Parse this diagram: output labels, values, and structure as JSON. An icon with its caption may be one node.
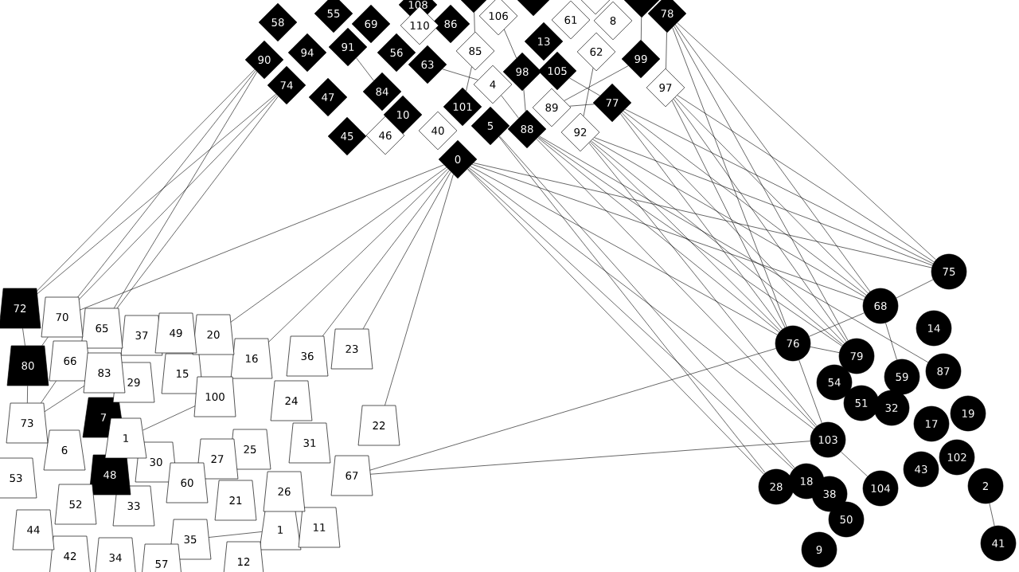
{
  "diagram": {
    "nodes": [
      {
        "text": [
          "0"
        ]
      },
      {
        "text": [
          "1"
        ]
      },
      {
        "text": [
          "2"
        ]
      },
      {
        "text": [
          "4"
        ]
      },
      {
        "text": [
          "5"
        ]
      },
      {
        "text": [
          "6"
        ]
      },
      {
        "text": [
          "7"
        ]
      },
      {
        "text": [
          "8"
        ]
      },
      {
        "text": [
          "9"
        ]
      },
      {
        "text": [
          "10"
        ]
      },
      {
        "text": [
          "11"
        ]
      },
      {
        "text": [
          "12"
        ]
      },
      {
        "text": [
          "13"
        ]
      },
      {
        "text": [
          "14"
        ]
      },
      {
        "text": [
          "15"
        ]
      },
      {
        "text": [
          "16"
        ]
      },
      {
        "text": [
          "17"
        ]
      },
      {
        "text": [
          "18"
        ]
      },
      {
        "text": [
          "19"
        ]
      },
      {
        "text": [
          "20"
        ]
      },
      {
        "text": [
          "21"
        ]
      },
      {
        "text": [
          "22"
        ]
      },
      {
        "text": [
          "23"
        ]
      },
      {
        "text": [
          "24"
        ]
      },
      {
        "text": [
          "25"
        ]
      },
      {
        "text": [
          "26"
        ]
      },
      {
        "text": [
          "27"
        ]
      },
      {
        "text": [
          "28"
        ]
      },
      {
        "text": [
          "29"
        ]
      },
      {
        "text": [
          "30"
        ]
      },
      {
        "text": [
          "31"
        ]
      },
      {
        "text": [
          "32"
        ]
      },
      {
        "text": [
          "33"
        ]
      },
      {
        "text": [
          "34"
        ]
      },
      {
        "text": [
          "35"
        ]
      },
      {
        "text": [
          "36"
        ]
      },
      {
        "text": [
          "37"
        ]
      },
      {
        "text": [
          "38"
        ]
      },
      {
        "text": [
          "40"
        ]
      },
      {
        "text": [
          "41"
        ]
      },
      {
        "text": [
          "42"
        ]
      },
      {
        "text": [
          "43"
        ]
      },
      {
        "text": [
          "44"
        ]
      },
      {
        "text": [
          "45"
        ]
      },
      {
        "text": [
          "46"
        ]
      },
      {
        "text": [
          "47"
        ]
      },
      {
        "text": [
          "48"
        ]
      },
      {
        "text": [
          "49"
        ]
      },
      {
        "text": [
          "50"
        ]
      },
      {
        "text": [
          "51"
        ]
      },
      {
        "text": [
          "52"
        ]
      },
      {
        "text": [
          "53"
        ]
      },
      {
        "text": [
          "54"
        ]
      },
      {
        "text": [
          "55"
        ]
      },
      {
        "text": [
          "56"
        ]
      },
      {
        "text": [
          "57"
        ]
      },
      {
        "text": [
          "58"
        ]
      },
      {
        "text": [
          "59"
        ]
      },
      {
        "text": [
          "60"
        ]
      },
      {
        "text": [
          "61"
        ]
      },
      {
        "text": [
          "62"
        ]
      },
      {
        "text": [
          "63"
        ]
      },
      {
        "text": [
          "65"
        ]
      },
      {
        "text": [
          "66"
        ]
      },
      {
        "text": [
          "67"
        ]
      },
      {
        "text": [
          "68"
        ]
      },
      {
        "text": [
          "69"
        ]
      },
      {
        "text": [
          "70"
        ]
      },
      {
        "text": [
          "72"
        ]
      },
      {
        "text": [
          "73"
        ]
      },
      {
        "text": [
          "74"
        ]
      },
      {
        "text": [
          "75"
        ]
      },
      {
        "text": [
          "76"
        ]
      },
      {
        "text": [
          "77"
        ]
      },
      {
        "text": [
          "78"
        ]
      },
      {
        "text": [
          "79"
        ]
      },
      {
        "text": [
          "80"
        ]
      },
      {
        "text": [
          "83"
        ]
      },
      {
        "text": [
          "84"
        ]
      },
      {
        "text": [
          "85"
        ]
      },
      {
        "text": [
          "86"
        ]
      },
      {
        "text": [
          "87"
        ]
      },
      {
        "text": [
          "88"
        ]
      },
      {
        "text": [
          "89"
        ]
      },
      {
        "text": [
          "90"
        ]
      },
      {
        "text": [
          "91"
        ]
      },
      {
        "text": [
          "92"
        ]
      },
      {
        "text": [
          "94"
        ]
      },
      {
        "text": [
          "97"
        ]
      },
      {
        "text": [
          "98"
        ]
      },
      {
        "text": [
          "99"
        ]
      },
      {
        "text": [
          "100"
        ]
      },
      {
        "text": [
          "101"
        ]
      },
      {
        "text": [
          "102"
        ]
      },
      {
        "text": [
          "103"
        ]
      },
      {
        "text": [
          "104"
        ]
      },
      {
        "text": [
          "105"
        ]
      },
      {
        "text": [
          "106"
        ]
      },
      {
        "text": [
          "108"
        ]
      },
      {
        "text": [
          "110"
        ]
      },
      {
        "text": [
          "1"
        ]
      },
      {
        "text": [],
        "shape": "diamond"
      },
      {
        "text": [],
        "shape": "diamond"
      },
      {
        "text": [],
        "shape": "diamond"
      },
      {
        "text": [],
        "shape": "diamond"
      }
    ],
    "edges": [
      {
        "from": 0,
        "to": 15,
        "arrow": "none"
      },
      {
        "from": 0,
        "to": 17,
        "arrow": "none"
      },
      {
        "from": 0,
        "to": 19,
        "arrow": "none"
      },
      {
        "from": 0,
        "to": 21,
        "arrow": "none"
      },
      {
        "from": 0,
        "to": 22,
        "arrow": "none"
      },
      {
        "from": 0,
        "to": 27,
        "arrow": "none"
      },
      {
        "from": 0,
        "to": 35,
        "arrow": "none"
      },
      {
        "from": 0,
        "to": 65,
        "arrow": "none"
      },
      {
        "from": 0,
        "to": 67,
        "arrow": "none"
      },
      {
        "from": 0,
        "to": 71,
        "arrow": "none"
      },
      {
        "from": 0,
        "to": 72,
        "arrow": "none"
      },
      {
        "from": 0,
        "to": 94,
        "arrow": "none"
      },
      {
        "from": 1,
        "to": 34,
        "arrow": "none"
      },
      {
        "from": 2,
        "to": 39,
        "arrow": "none"
      },
      {
        "from": 3,
        "to": 61,
        "arrow": "none"
      },
      {
        "from": 3,
        "to": 82,
        "arrow": "none"
      },
      {
        "from": 4,
        "to": 17,
        "arrow": "none"
      },
      {
        "from": 4,
        "to": 27,
        "arrow": "none"
      },
      {
        "from": 57,
        "to": 65,
        "arrow": "none"
      },
      {
        "from": 60,
        "to": 86,
        "arrow": "none"
      },
      {
        "from": 62,
        "to": 70,
        "arrow": "none"
      },
      {
        "from": 62,
        "to": 84,
        "arrow": "none"
      },
      {
        "from": 63,
        "to": 69,
        "arrow": "none"
      },
      {
        "from": 64,
        "to": 72,
        "arrow": "none"
      },
      {
        "from": 64,
        "to": 94,
        "arrow": "none"
      },
      {
        "from": 65,
        "to": 71,
        "arrow": "none"
      },
      {
        "from": 65,
        "to": 72,
        "arrow": "none"
      },
      {
        "from": 65,
        "to": 73,
        "arrow": "none"
      },
      {
        "from": 65,
        "to": 74,
        "arrow": "none"
      },
      {
        "from": 65,
        "to": 86,
        "arrow": "none"
      },
      {
        "from": 65,
        "to": 88,
        "arrow": "none"
      },
      {
        "from": 67,
        "to": 70,
        "arrow": "none"
      },
      {
        "from": 67,
        "to": 76,
        "arrow": "none"
      },
      {
        "from": 67,
        "to": 84,
        "arrow": "none"
      },
      {
        "from": 68,
        "to": 70,
        "arrow": "none"
      },
      {
        "from": 68,
        "to": 76,
        "arrow": "none"
      },
      {
        "from": 68,
        "to": 84,
        "arrow": "none"
      },
      {
        "from": 69,
        "to": 76,
        "arrow": "none"
      },
      {
        "from": 69,
        "to": 77,
        "arrow": "none"
      },
      {
        "from": 71,
        "to": 73,
        "arrow": "none"
      },
      {
        "from": 71,
        "to": 74,
        "arrow": "none"
      },
      {
        "from": 71,
        "to": 86,
        "arrow": "none"
      },
      {
        "from": 71,
        "to": 88,
        "arrow": "none"
      },
      {
        "from": 72,
        "to": 73,
        "arrow": "none"
      },
      {
        "from": 72,
        "to": 74,
        "arrow": "none"
      },
      {
        "from": 72,
        "to": 75,
        "arrow": "none"
      },
      {
        "from": 72,
        "to": 82,
        "arrow": "none"
      },
      {
        "from": 72,
        "to": 86,
        "arrow": "none"
      },
      {
        "from": 72,
        "to": 88,
        "arrow": "none"
      },
      {
        "from": 72,
        "to": 94,
        "arrow": "none"
      },
      {
        "from": 73,
        "to": 75,
        "arrow": "none"
      },
      {
        "from": 73,
        "to": 83,
        "arrow": "none"
      },
      {
        "from": 73,
        "to": 96,
        "arrow": "none"
      },
      {
        "from": 74,
        "to": 75,
        "arrow": "none"
      },
      {
        "from": 74,
        "to": 88,
        "arrow": "none"
      },
      {
        "from": 75,
        "to": 82,
        "arrow": "none"
      },
      {
        "from": 75,
        "to": 86,
        "arrow": "none"
      },
      {
        "from": 75,
        "to": 88,
        "arrow": "none"
      },
      {
        "from": 78,
        "to": 85,
        "arrow": "none"
      },
      {
        "from": 79,
        "to": 92,
        "arrow": "none"
      },
      {
        "from": 79,
        "to": 101,
        "arrow": "none"
      },
      {
        "from": 81,
        "to": 82,
        "arrow": "none"
      },
      {
        "from": 82,
        "to": 89,
        "arrow": "none"
      },
      {
        "from": 82,
        "to": 94,
        "arrow": "none"
      },
      {
        "from": 83,
        "to": 90,
        "arrow": "none"
      },
      {
        "from": 86,
        "to": 94,
        "arrow": "none"
      },
      {
        "from": 89,
        "to": 97,
        "arrow": "none"
      },
      {
        "from": 90,
        "to": 104,
        "arrow": "none"
      },
      {
        "from": 91,
        "to": 100,
        "arrow": "none"
      },
      {
        "from": 94,
        "to": 95,
        "arrow": "none"
      }
    ]
  }
}
